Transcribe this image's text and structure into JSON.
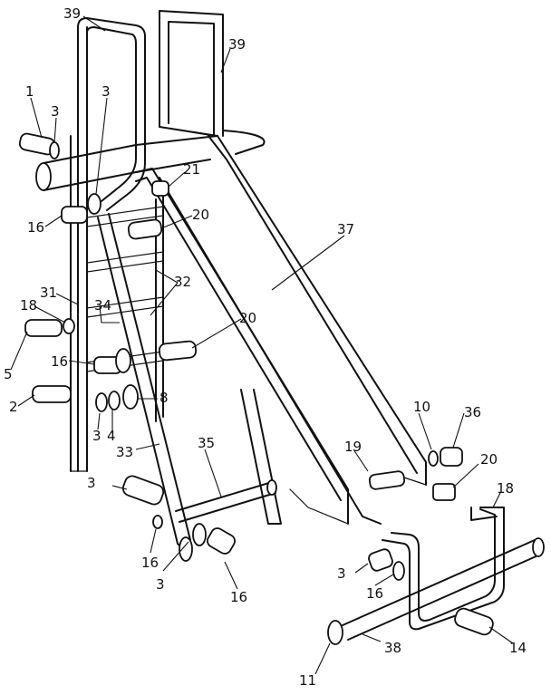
{
  "callouts": [
    {
      "id": "c1",
      "text": "1"
    },
    {
      "id": "c2",
      "text": "3"
    },
    {
      "id": "c3",
      "text": "39"
    },
    {
      "id": "c4",
      "text": "3"
    },
    {
      "id": "c5",
      "text": "39"
    },
    {
      "id": "c6",
      "text": "21"
    },
    {
      "id": "c7",
      "text": "16"
    },
    {
      "id": "c8",
      "text": "20"
    },
    {
      "id": "c9",
      "text": "37"
    },
    {
      "id": "c10",
      "text": "32"
    },
    {
      "id": "c11",
      "text": "31"
    },
    {
      "id": "c12",
      "text": "34"
    },
    {
      "id": "c13",
      "text": "18"
    },
    {
      "id": "c14",
      "text": "20"
    },
    {
      "id": "c15",
      "text": "5"
    },
    {
      "id": "c16",
      "text": "16"
    },
    {
      "id": "c17",
      "text": "8"
    },
    {
      "id": "c18",
      "text": "2"
    },
    {
      "id": "c19",
      "text": "3"
    },
    {
      "id": "c20",
      "text": "4"
    },
    {
      "id": "c21",
      "text": "33"
    },
    {
      "id": "c22",
      "text": "35"
    },
    {
      "id": "c23",
      "text": "3"
    },
    {
      "id": "c24",
      "text": "16"
    },
    {
      "id": "c25",
      "text": "19"
    },
    {
      "id": "c26",
      "text": "10"
    },
    {
      "id": "c27",
      "text": "36"
    },
    {
      "id": "c28",
      "text": "20"
    },
    {
      "id": "c29",
      "text": "18"
    },
    {
      "id": "c30",
      "text": "3"
    },
    {
      "id": "c31",
      "text": "16"
    },
    {
      "id": "c32",
      "text": "16"
    },
    {
      "id": "c33",
      "text": "3"
    },
    {
      "id": "c34",
      "text": "14"
    },
    {
      "id": "c35",
      "text": "38"
    },
    {
      "id": "c36",
      "text": "11"
    }
  ]
}
